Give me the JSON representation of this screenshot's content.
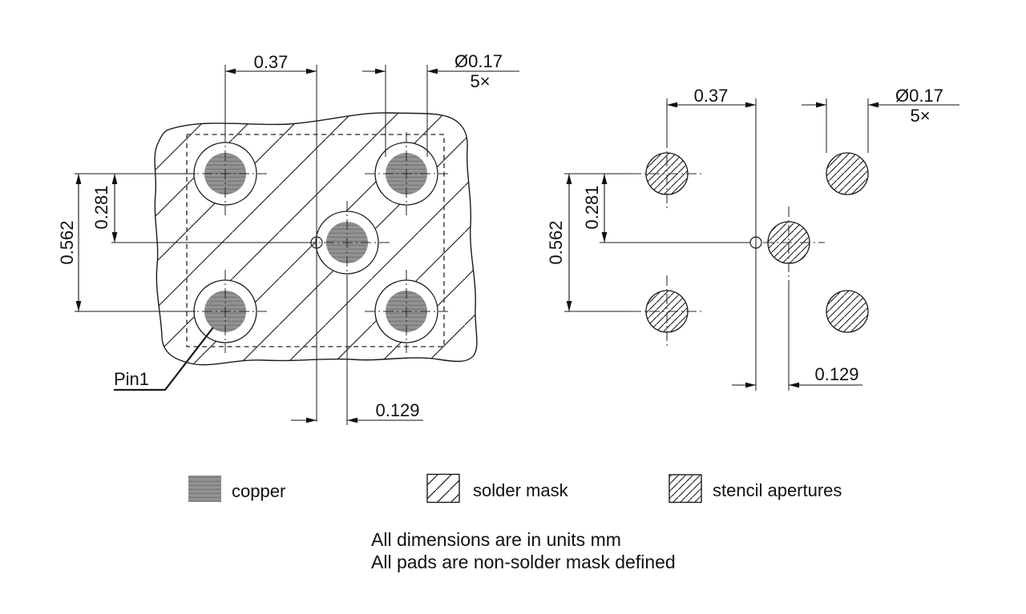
{
  "footprint_view": {
    "pitch_x": "0.37",
    "pad_diameter": "Ø0.17",
    "pad_count": "5×",
    "row_span": "0.562",
    "row_half_span": "0.281",
    "center_pad_offset": "0.129",
    "pin1_label": "Pin1"
  },
  "stencil_view": {
    "pitch_x": "0.37",
    "aperture_diameter": "Ø0.17",
    "aperture_count": "5×",
    "row_span": "0.562",
    "row_half_span": "0.281",
    "center_aperture_offset": "0.129"
  },
  "legend": {
    "items": [
      {
        "label": "copper",
        "swatch": "copper-gray-fill"
      },
      {
        "label": "solder mask",
        "swatch": "sparse-diagonal-hatch"
      },
      {
        "label": "stencil apertures",
        "swatch": "dense-diagonal-hatch"
      }
    ]
  },
  "notes": {
    "line1": "All dimensions are in units mm",
    "line2": "All pads are non-solder mask defined"
  },
  "colors": {
    "copper": "#8c8c8c",
    "line": "#1a1a1a",
    "background": "#ffffff"
  }
}
